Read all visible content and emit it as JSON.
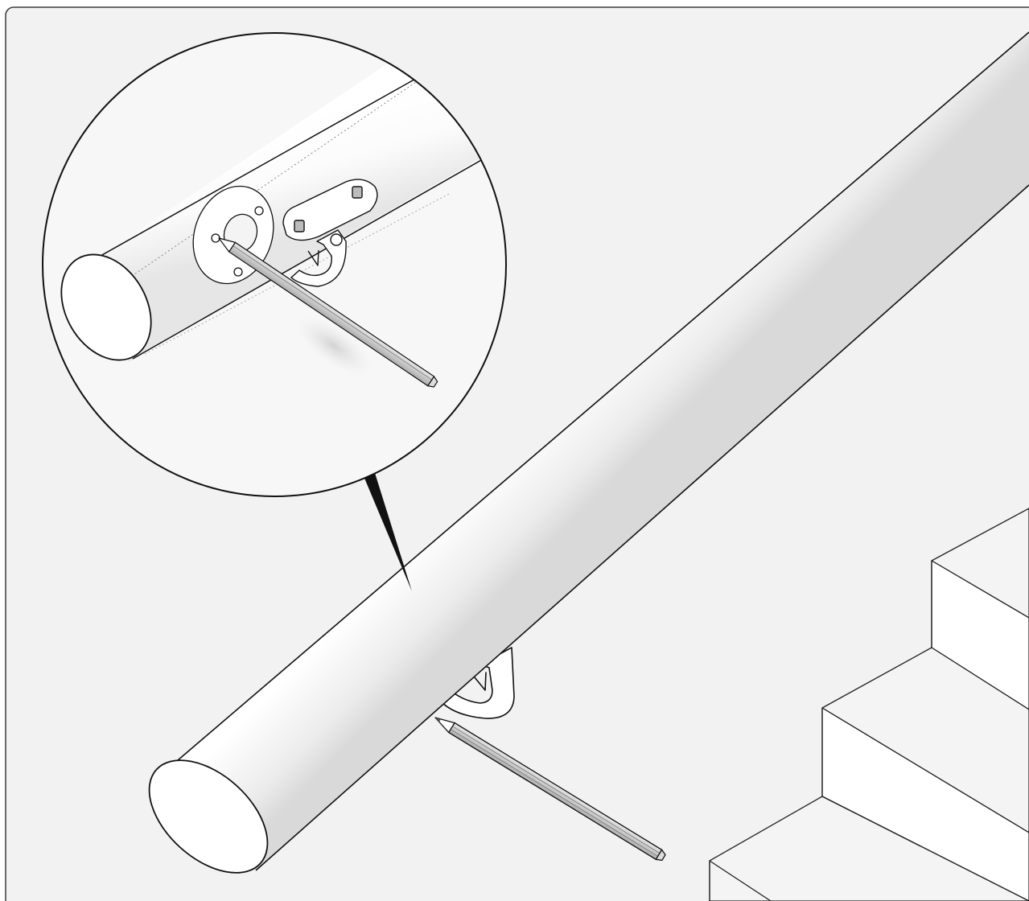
{
  "illustration": {
    "subject": "handrail-mounting-instruction",
    "colors": {
      "background": "#f2f2f2",
      "frame": "#3a3a3a",
      "line": "#111111",
      "rail_fill": "#ffffff",
      "shade": "#e2e2e2",
      "pencil_body": "#d6d6d6",
      "pencil_tip": "#8a8a8a"
    },
    "icons": [
      "handrail",
      "wall-bracket",
      "pencil",
      "stairs",
      "magnifier-callout",
      "pointer-arrow"
    ]
  }
}
